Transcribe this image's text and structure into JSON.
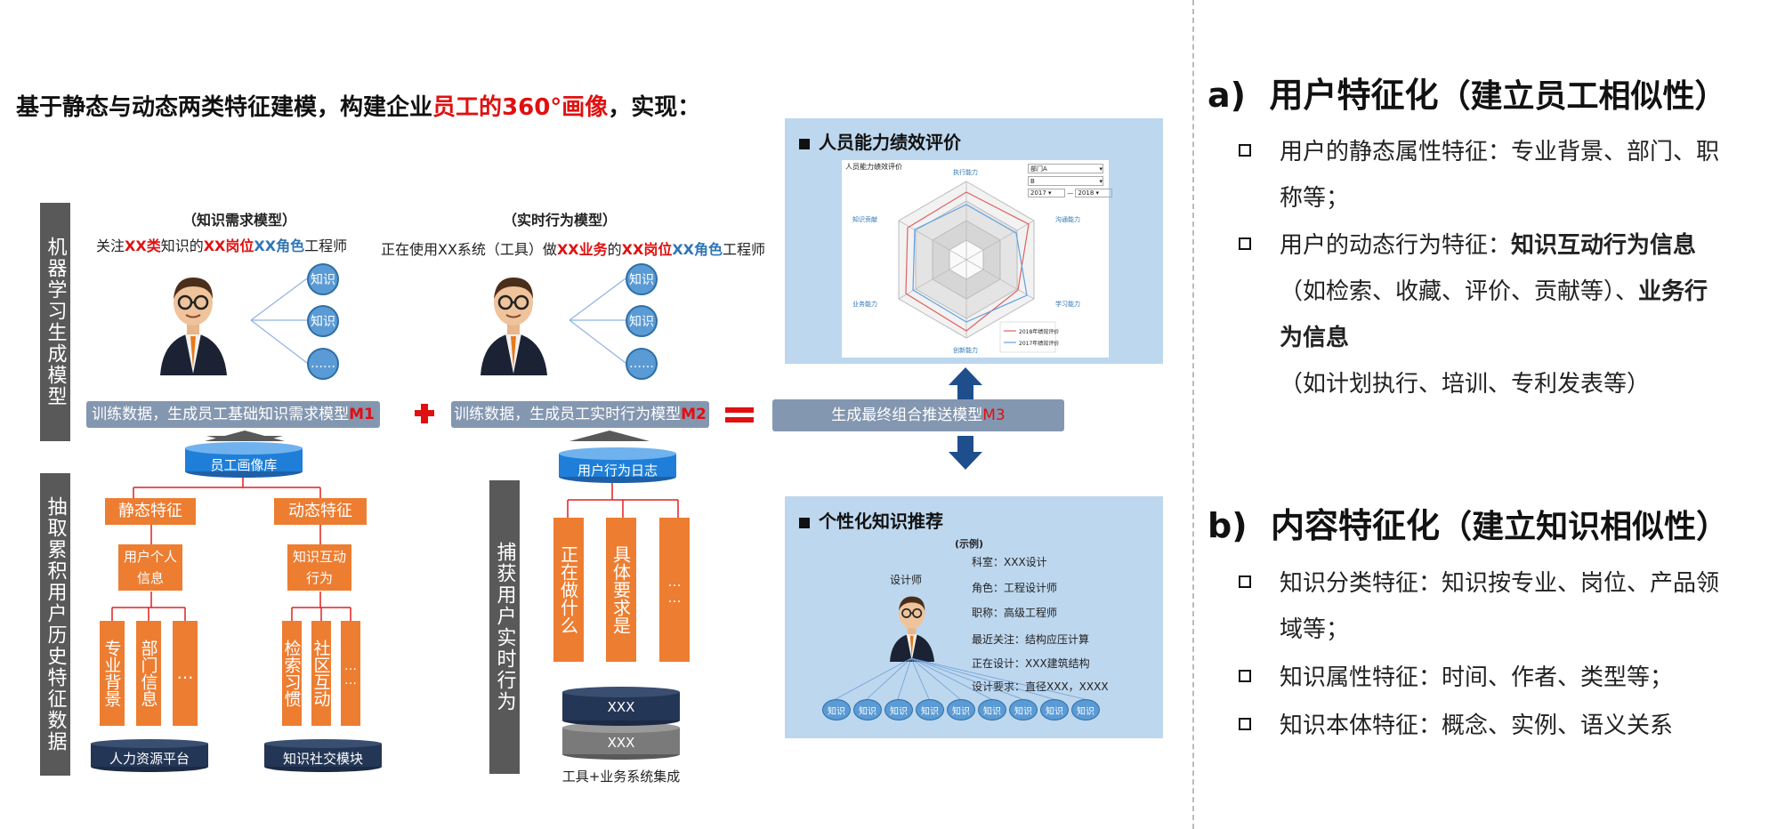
{
  "headline": {
    "pre": "基于静态与动态两类特征建模，构建企业",
    "highlight": "员工的360°画像",
    "post": "，实现："
  },
  "left_labels": {
    "ml": "机器学习生成模型",
    "extract": "抽取累积用户历史特征数据",
    "capture": "捕获用户实时行为"
  },
  "model1": {
    "title": "（知识需求模型）",
    "caption_parts": [
      "关注",
      "XX类",
      "知识的",
      "XX岗位",
      "XX角色",
      "工程师"
    ],
    "nodes": [
      "知识",
      "知识",
      "……"
    ]
  },
  "model2": {
    "title": "（实时行为模型）",
    "caption_parts": [
      "正在使用XX系统（工具）做",
      "XX业务",
      "的",
      "XX岗位",
      "XX角色",
      "工程师"
    ],
    "nodes": [
      "知识",
      "知识",
      "……"
    ]
  },
  "bands": {
    "m1_text": "训练数据，生成员工基础知识需求模型",
    "m1_code": "M1",
    "m2_text": "训练数据，生成员工实时行为模型",
    "m2_code": "M2",
    "m3_text": "生成最终组合推送模型",
    "m3_code": "M3"
  },
  "db": {
    "profile": "员工画像库",
    "behavior_log": "用户行为日志"
  },
  "static_branch": {
    "header": "静态特征",
    "mid": "用户个人信息",
    "leaves": [
      "专业背景",
      "部门信息",
      "…"
    ],
    "source": "人力资源平台"
  },
  "dynamic_branch": {
    "header": "动态特征",
    "mid": "知识互动行为",
    "leaves": [
      "检索习惯",
      "社区互动",
      "……"
    ],
    "source": "知识社交模块"
  },
  "realtime_leaves": [
    "正在做什么",
    "具体要求是",
    "……"
  ],
  "systems": {
    "top": "XXX",
    "bottom": "XXX",
    "caption": "工具+业务系统集成"
  },
  "panel_perf": {
    "title": "人员能力绩效评价",
    "inner_title": "人员能力绩效评价",
    "select1": "部门A",
    "select2": "B",
    "year_from": "2017",
    "year_sep": "—",
    "year_to": "2018",
    "axes": [
      "执行能力",
      "沟通能力",
      "学习能力",
      "创新能力",
      "业务能力",
      "知识贡献"
    ],
    "legend": [
      "2018年绩效评价",
      "2017年绩效评价"
    ]
  },
  "panel_rec": {
    "title": "个性化知识推荐",
    "example": "(示例)",
    "role_label": "设计师",
    "info": [
      "科室：XXX设计",
      "角色：工程设计师",
      "职称：高级工程师",
      "最近关注：结构应压计算",
      "正在设计：XXX建筑结构",
      "设计要求：直径XXX，XXXX"
    ],
    "nodes": [
      "知识",
      "知识",
      "知识",
      "知识",
      "知识",
      "知识",
      "知识",
      "知识",
      "知识"
    ]
  },
  "section_a": {
    "letter": "a)",
    "title": "用户特征化",
    "sub": "（建立员工相似性）",
    "b1_pre": "用户的静态属性特征：专业背景、部门、职称等；",
    "b2_a": "用户的动态行为特征：",
    "b2_b": "知识互动行为信息",
    "b2_c": "（如检索、收藏、评价、贡献等）、",
    "b2_d": "业务行为信息",
    "b2_e": "（如计划执行、培训、专利发表等）"
  },
  "section_b": {
    "letter": "b)",
    "title": "内容特征化",
    "sub": "（建立知识相似性）",
    "b1": "知识分类特征：知识按专业、岗位、产品领域等；",
    "b2": "知识属性特征：时间、作者、类型等；",
    "b3": "知识本体特征：概念、实例、语义关系"
  },
  "colors": {
    "orange": "#ed7d31",
    "blue_band": "#8497b0",
    "panel_blue": "#bdd7ee",
    "red": "#e01010",
    "dark": "#595959"
  }
}
